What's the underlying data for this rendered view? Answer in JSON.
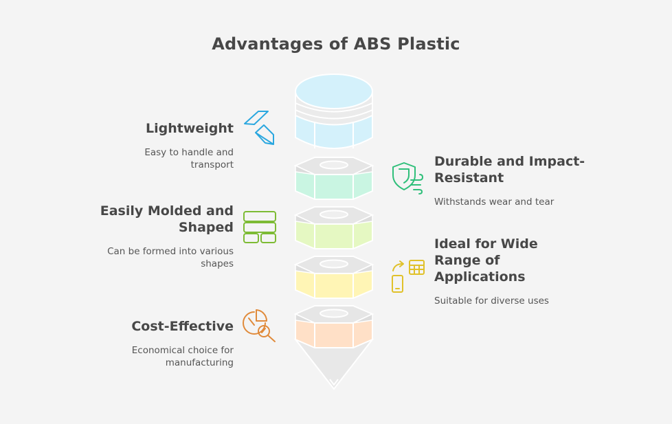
{
  "title": "Advantages of ABS Plastic",
  "items": [
    {
      "heading": "Lightweight",
      "description": "Easy to handle and transport",
      "icon": "shapes-icon",
      "color": "#2aa7df"
    },
    {
      "heading": "Durable and Impact-Resistant",
      "description": "Withstands wear and tear",
      "icon": "shield-wind-icon",
      "color": "#2fbf7a"
    },
    {
      "heading": "Easily Molded and Shaped",
      "description": "Can be formed into various shapes",
      "icon": "layout-grid-icon",
      "color": "#7dbb34"
    },
    {
      "heading": "Ideal for Wide Range of Applications",
      "description": "Suitable for diverse uses",
      "icon": "devices-switch-icon",
      "color": "#e0c12a"
    },
    {
      "heading": "Cost-Effective",
      "description": "Economical choice for manufacturing",
      "icon": "pie-chart-search-icon",
      "color": "#e08a3a"
    }
  ],
  "segment_colors": [
    "#d4f1fb",
    "#c9f5e2",
    "#e5f8c2",
    "#fff5b5",
    "#ffe0c7"
  ]
}
